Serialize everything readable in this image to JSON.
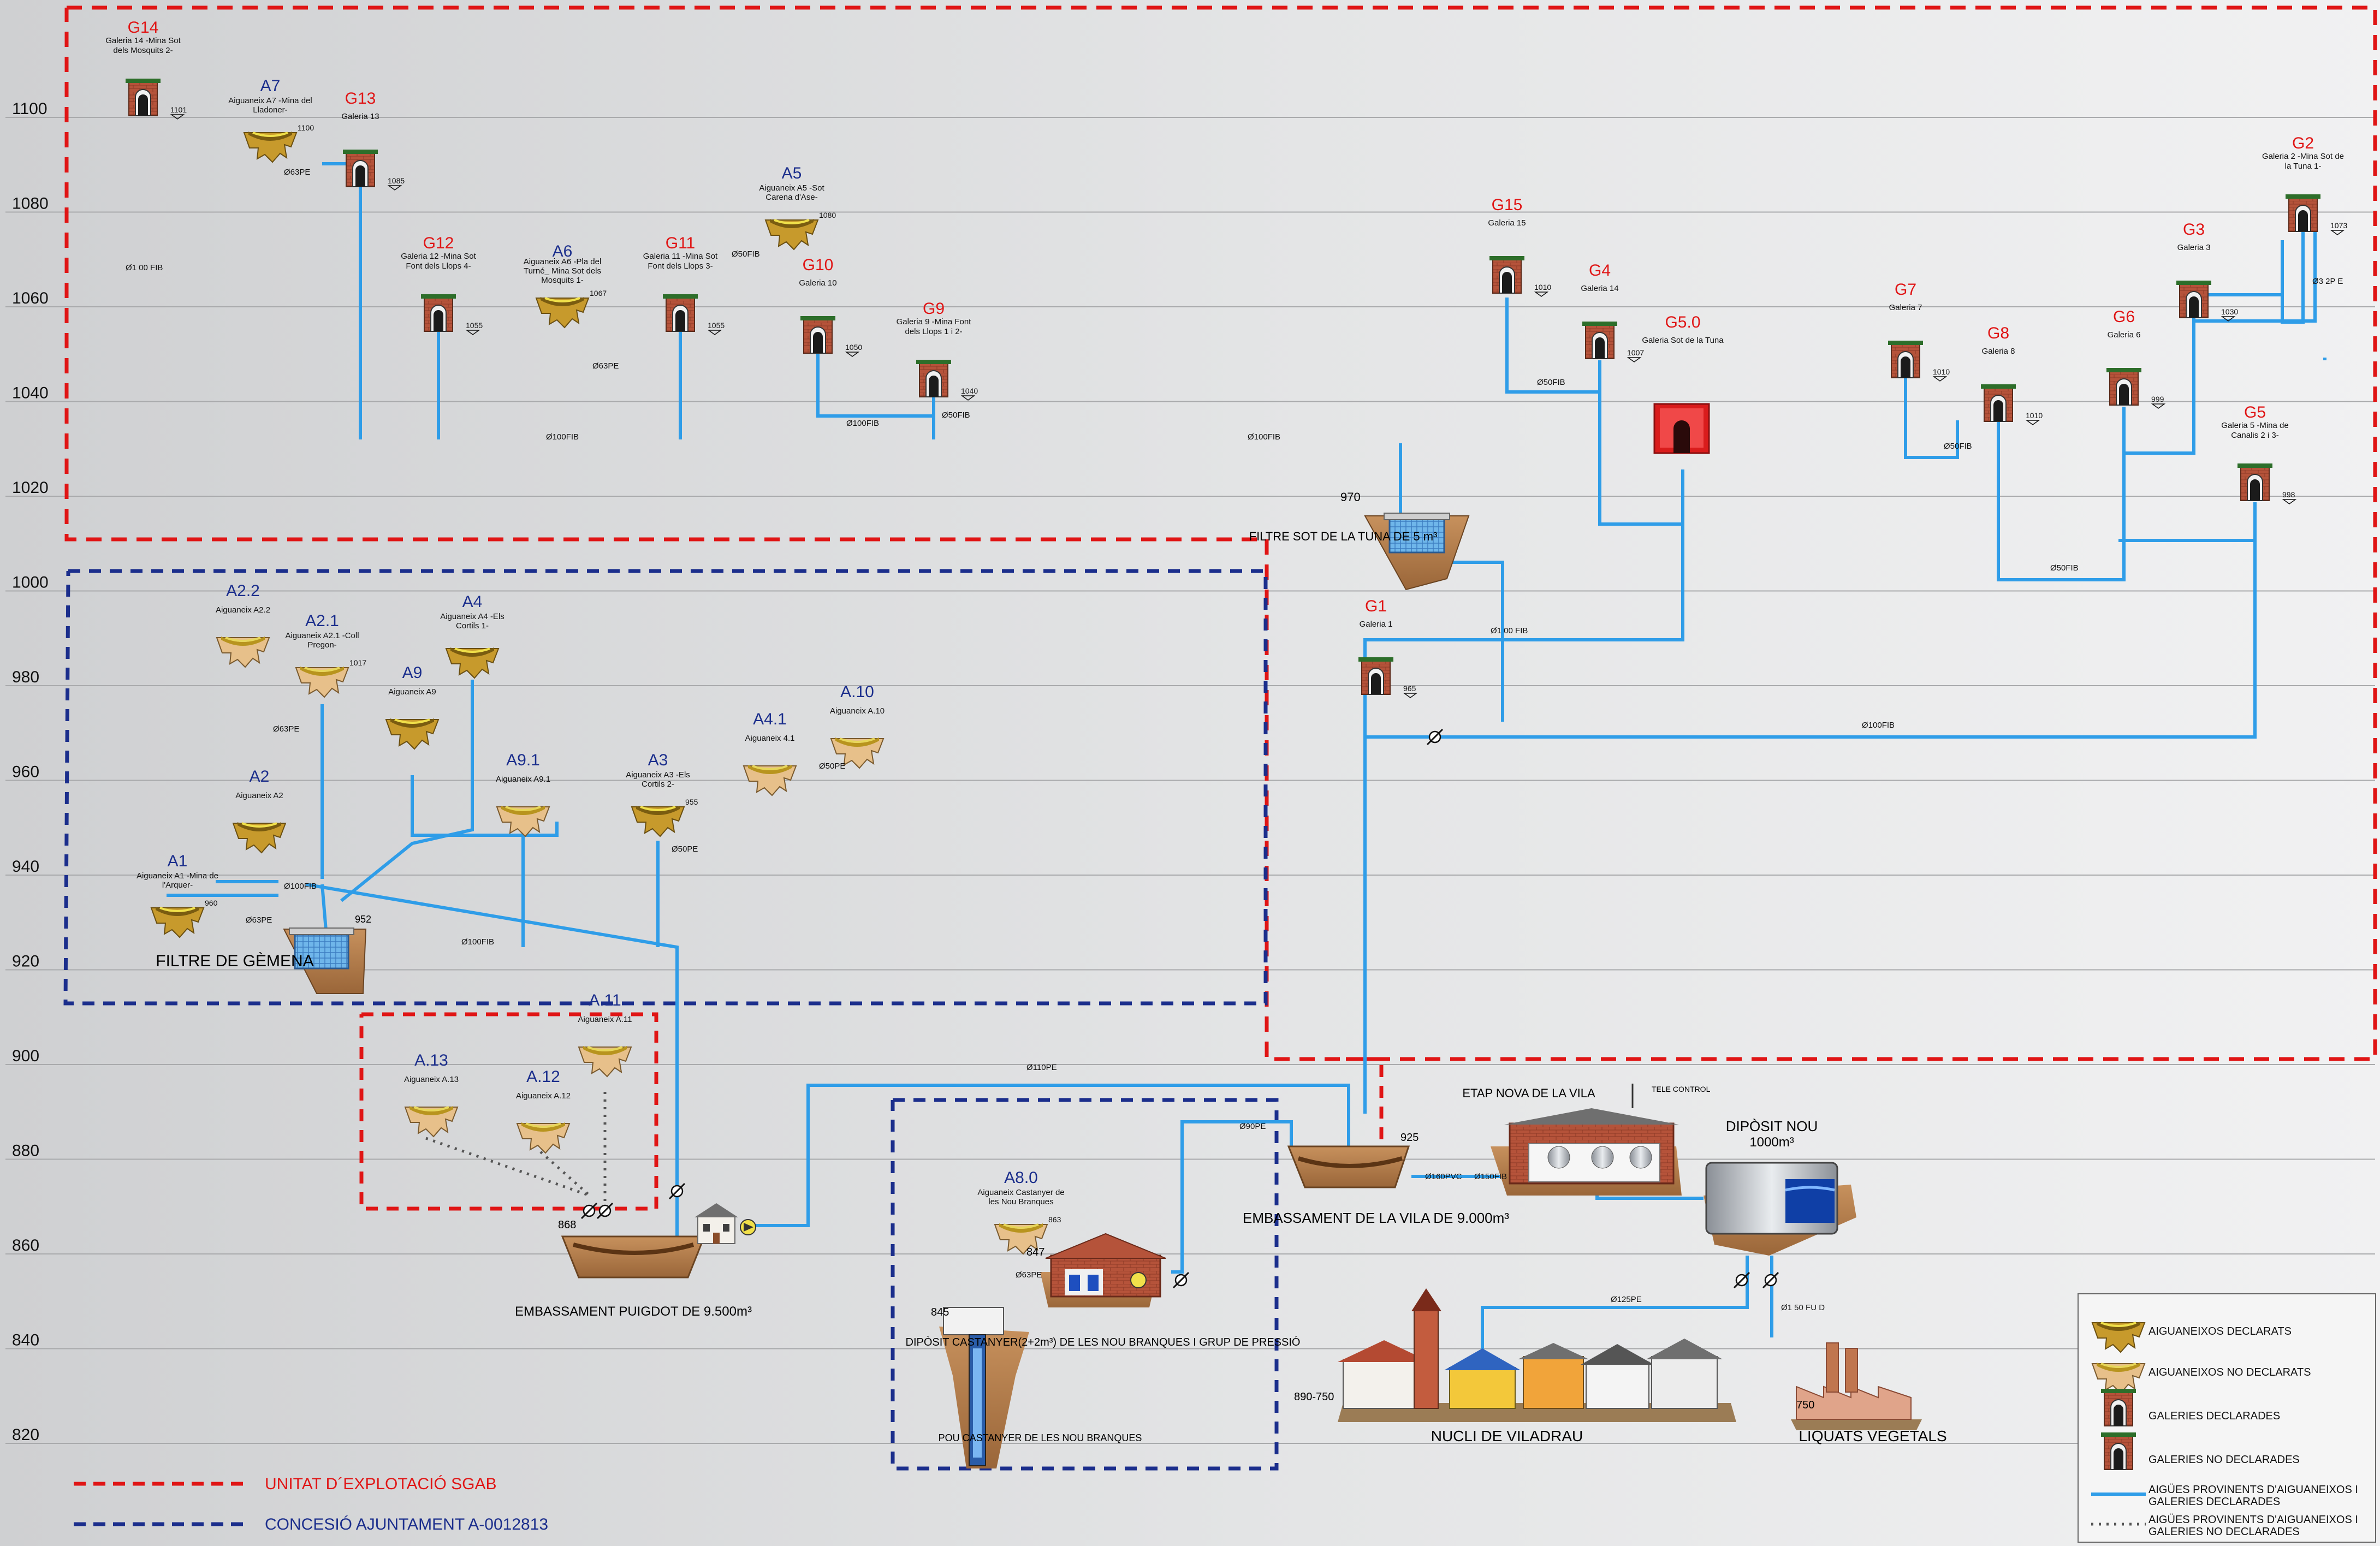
{
  "axis": {
    "ticks": [
      "1100",
      "1080",
      "1060",
      "1040",
      "1020",
      "1000",
      "980",
      "960",
      "940",
      "920",
      "900",
      "880",
      "860",
      "840",
      "820"
    ]
  },
  "colors": {
    "pipe": "#2f9de8",
    "sgab": "#e01515",
    "ajuntament": "#1b2e8c"
  },
  "galleries": [
    {
      "id": "G14",
      "desc": "Galeria 14 -Mina Sot dels Mosquits 2-",
      "level": "1101",
      "declared": true
    },
    {
      "id": "G13",
      "desc": "Galeria 13",
      "level": "1085",
      "declared": true
    },
    {
      "id": "G12",
      "desc": "Galeria 12 -Mina Sot Font dels Llops 4-",
      "level": "1055",
      "declared": true
    },
    {
      "id": "G11",
      "desc": "Galeria 11 -Mina Sot Font dels Llops 3-",
      "level": "1055",
      "declared": true
    },
    {
      "id": "G10",
      "desc": "Galeria 10",
      "level": "1050",
      "declared": true
    },
    {
      "id": "G9",
      "desc": "Galeria 9 -Mina Font dels Llops 1 i 2-",
      "level": "1040",
      "declared": true
    },
    {
      "id": "G15",
      "desc": "Galeria 15",
      "level": "1010",
      "declared": true
    },
    {
      "id": "G4",
      "desc": "Galeria 14",
      "level": "1007",
      "declared": true
    },
    {
      "id": "G5.0",
      "desc": "Galeria Sot de la Tuna",
      "level": "",
      "declared": true
    },
    {
      "id": "G7",
      "desc": "Galeria 7",
      "level": "1010",
      "declared": true
    },
    {
      "id": "G8",
      "desc": "Galeria 8",
      "level": "1010",
      "declared": true
    },
    {
      "id": "G6",
      "desc": "Galeria 6",
      "level": "999",
      "declared": true
    },
    {
      "id": "G3",
      "desc": "Galeria 3",
      "level": "1030",
      "declared": true
    },
    {
      "id": "G2",
      "desc": "Galeria 2 -Mina Sot de la Tuna 1-",
      "level": "1073",
      "declared": true
    },
    {
      "id": "G5",
      "desc": "Galeria 5 -Mina de Canalis 2 i 3-",
      "level": "998",
      "declared": true
    },
    {
      "id": "G1",
      "desc": "Galeria 1",
      "level": "965",
      "declared": true
    }
  ],
  "aiguaneixos": [
    {
      "id": "A7",
      "desc": "Aiguaneix A7 -Mina del Lladoner-",
      "level": "1100",
      "declared": true
    },
    {
      "id": "A5",
      "desc": "Aiguaneix A5 -Sot Carena d'Ase-",
      "level": "1080",
      "declared": true
    },
    {
      "id": "A6",
      "desc": "Aiguaneix A6 -Pla del Turné_ Mina Sot dels Mosquits 1-",
      "level": "1067",
      "declared": true
    },
    {
      "id": "A2.2",
      "desc": "Aiguaneix A2.2",
      "level": "",
      "declared": false
    },
    {
      "id": "A2.1",
      "desc": "Aiguaneix A2.1 -Coll Pregon-",
      "level": "1017",
      "declared": false
    },
    {
      "id": "A4",
      "desc": "Aiguaneix A4 -Els Cortils 1-",
      "level": "",
      "declared": true
    },
    {
      "id": "A9",
      "desc": "Aiguaneix A9",
      "level": "",
      "declared": true
    },
    {
      "id": "A2",
      "desc": "Aiguaneix A2",
      "level": "",
      "declared": true
    },
    {
      "id": "A1",
      "desc": "Aiguaneix A1 -Mina de l'Arquer-",
      "level": "960",
      "declared": true
    },
    {
      "id": "A9.1",
      "desc": "Aiguaneix A9.1",
      "level": "",
      "declared": false
    },
    {
      "id": "A3",
      "desc": "Aiguaneix A3 -Els Cortils 2-",
      "level": "955",
      "declared": true
    },
    {
      "id": "A4.1",
      "desc": "Aiguaneix 4.1",
      "level": "",
      "declared": false
    },
    {
      "id": "A.10",
      "desc": "Aiguaneix A.10",
      "level": "",
      "declared": false
    },
    {
      "id": "A.11",
      "desc": "Aiguaneix A.11",
      "level": "",
      "declared": false
    },
    {
      "id": "A.13",
      "desc": "Aiguaneix A.13",
      "level": "",
      "declared": false
    },
    {
      "id": "A.12",
      "desc": "Aiguaneix A.12",
      "level": "",
      "declared": false
    },
    {
      "id": "A8.0",
      "desc": "Aiguaneix Castanyer de les Nou Branques",
      "level": "863",
      "declared": false
    }
  ],
  "pipes": [
    {
      "label": "Ø63PE"
    },
    {
      "label": "Ø100FIB"
    },
    {
      "label": "Ø50FIB"
    },
    {
      "label": "Ø1 00 FIB"
    },
    {
      "label": "Ø110PE"
    },
    {
      "label": "Ø90PE"
    },
    {
      "label": "Ø160PVC"
    },
    {
      "label": "Ø150FIB"
    },
    {
      "label": "Ø125PE"
    },
    {
      "label": "Ø1 50 FU D"
    },
    {
      "label": "Ø50PE"
    },
    {
      "label": "Ø3 2P E"
    }
  ],
  "structures": {
    "filtre_gemena": "FILTRE DE GÈMENA",
    "filtre_gemena_level": "952",
    "filtre_tuna": "FILTRE SOT DE LA TUNA DE 5 m³",
    "filtre_tuna_level": "970",
    "embassament_puigdot": "EMBASSAMENT PUIGDOT DE 9.500m³",
    "embassament_puigdot_level": "868",
    "embassament_vila": "EMBASSAMENT DE LA VILA DE 9.000m³",
    "embassament_vila_level": "925",
    "etap": "ETAP NOVA DE LA VILA",
    "telecontrol": "TELE CONTROL",
    "diposit_nou": "DIPÒSIT NOU",
    "diposit_nou_capacity": "1000m³",
    "diposit_castanyer": "DIPÒSIT CASTANYER(2+2m³) DE LES NOU BRANQUES I GRUP DE PRESSIÓ",
    "diposit_castanyer_level": "847",
    "pou": "POU CASTANYER DE LES NOU BRANQUES",
    "pou_level": "845",
    "nucli": "NUCLI DE VILADRAU",
    "nucli_level": "890-750",
    "liquats": "LIQUATS VEGETALS",
    "liquats_level": "750"
  },
  "zones": {
    "sgab": "UNITAT D´EXPLOTACIÓ SGAB",
    "ajuntament": "CONCESIÓ AJUNTAMENT A-0012813"
  },
  "legend": [
    {
      "label": "AIGUANEIXOS DECLARATS",
      "icon": "aiguaneix-declared-icon"
    },
    {
      "label": "AIGUANEIXOS NO DECLARATS",
      "icon": "aiguaneix-undeclared-icon"
    },
    {
      "label": "GALERIES DECLARADES",
      "icon": "galeria-declared-icon"
    },
    {
      "label": "GALERIES NO DECLARADES",
      "icon": "galeria-undeclared-icon"
    },
    {
      "label": "AIGÜES PROVINENTS D'AIGUANEIXOS I GALERIES DECLARADES",
      "icon": "solid-line-icon"
    },
    {
      "label": "AIGÜES PROVINENTS D'AIGUANEIXOS I GALERIES NO DECLARADES",
      "icon": "dotted-line-icon"
    }
  ]
}
